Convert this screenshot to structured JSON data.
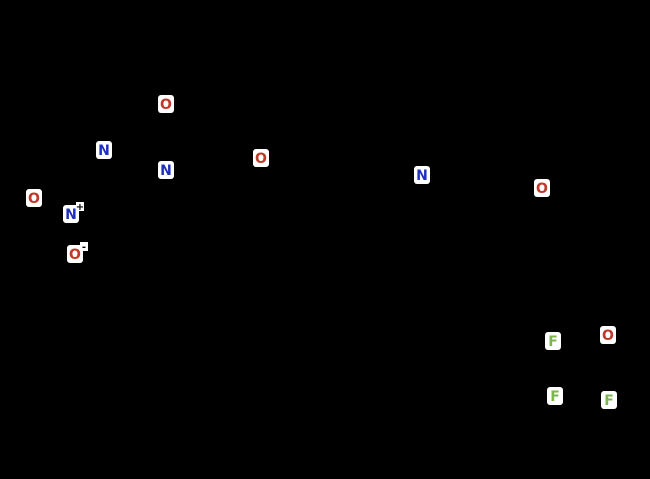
{
  "colors": {
    "background": "#000000",
    "oxygen": "#c0392b",
    "nitrogen": "#1f2fbf",
    "fluorine": "#7ab648",
    "label_bg": "#ffffff"
  },
  "atoms": [
    {
      "id": "o1",
      "element": "O",
      "charge": ""
    },
    {
      "id": "n1",
      "element": "N",
      "charge": ""
    },
    {
      "id": "n2",
      "element": "N",
      "charge": ""
    },
    {
      "id": "o2",
      "element": "O",
      "charge": ""
    },
    {
      "id": "o3",
      "element": "O",
      "charge": ""
    },
    {
      "id": "n3",
      "element": "N",
      "charge": "+"
    },
    {
      "id": "o4",
      "element": "O",
      "charge": "-"
    },
    {
      "id": "n4",
      "element": "N",
      "charge": ""
    },
    {
      "id": "o5",
      "element": "O",
      "charge": ""
    },
    {
      "id": "f1",
      "element": "F",
      "charge": ""
    },
    {
      "id": "o6",
      "element": "O",
      "charge": ""
    },
    {
      "id": "f2",
      "element": "F",
      "charge": ""
    },
    {
      "id": "f3",
      "element": "F",
      "charge": ""
    }
  ]
}
